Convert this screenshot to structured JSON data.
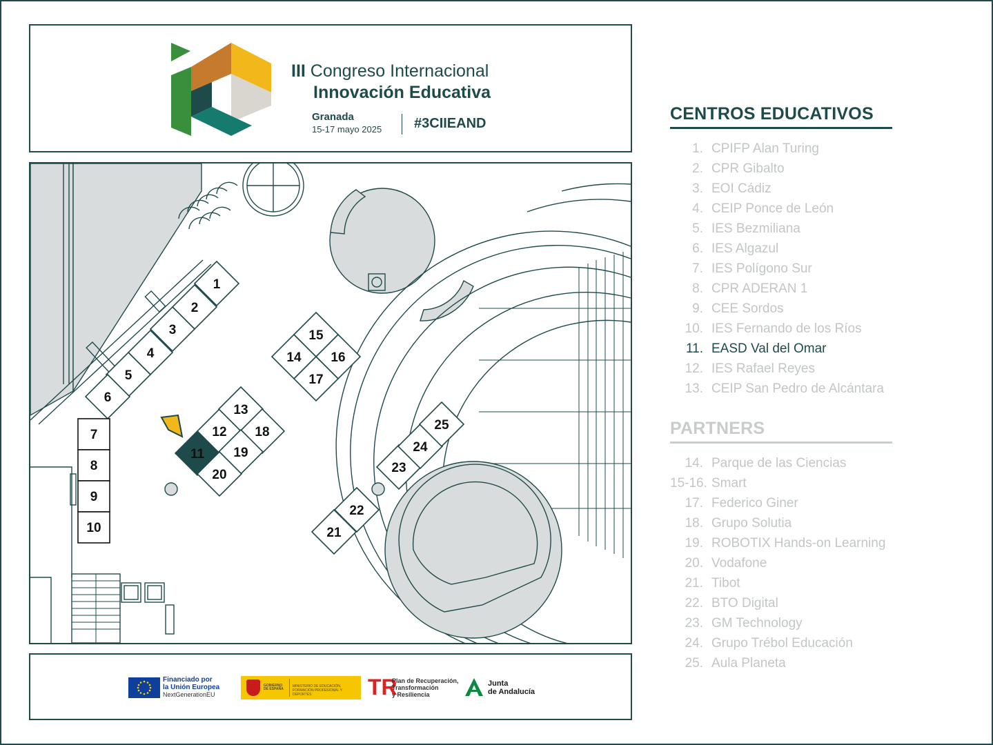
{
  "header": {
    "title_prefix": "III",
    "title_line1": "Congreso Internacional",
    "title_line2": "Innovación Educativa",
    "city": "Granada",
    "dates": "15-17 mayo 2025",
    "hashtag": "#3CIIEAND"
  },
  "colors": {
    "primary": "#1f4a4a",
    "highlight_stand": "#1f4a4a",
    "marker": "#f2b81b",
    "inactive_text": "#c2c6c6",
    "map_gray": "#d9dcdc"
  },
  "map": {
    "selected_stand": "11",
    "stand_labels": [
      "1",
      "2",
      "3",
      "4",
      "5",
      "6",
      "7",
      "8",
      "9",
      "10",
      "11",
      "12",
      "13",
      "14",
      "15",
      "16",
      "17",
      "18",
      "19",
      "20",
      "21",
      "22",
      "23",
      "24",
      "25"
    ]
  },
  "centros": {
    "title": "CENTROS EDUCATIVOS",
    "items": [
      {
        "num": "1.",
        "name": "CPIFP Alan Turing"
      },
      {
        "num": "2.",
        "name": "CPR Gibalto"
      },
      {
        "num": "3.",
        "name": "EOI Cádiz"
      },
      {
        "num": "4.",
        "name": "CEIP Ponce de León"
      },
      {
        "num": "5.",
        "name": "IES Bezmiliana"
      },
      {
        "num": "6.",
        "name": "IES Algazul"
      },
      {
        "num": "7.",
        "name": "IES Polígono Sur"
      },
      {
        "num": "8.",
        "name": "CPR ADERAN 1"
      },
      {
        "num": "9.",
        "name": "CEE Sordos"
      },
      {
        "num": "10.",
        "name": "IES Fernando de los Ríos"
      },
      {
        "num": "11.",
        "name": "EASD Val del Omar"
      },
      {
        "num": "12.",
        "name": "IES Rafael Reyes"
      },
      {
        "num": "13.",
        "name": "CEIP San Pedro de Alcántara"
      }
    ]
  },
  "partners": {
    "title": "PARTNERS",
    "items": [
      {
        "num": "14.",
        "name": "Parque de las Ciencias"
      },
      {
        "num": "15-16.",
        "name": "Smart"
      },
      {
        "num": "17.",
        "name": "Federico Giner"
      },
      {
        "num": "18.",
        "name": "Grupo Solutia"
      },
      {
        "num": "19.",
        "name": "ROBOTIX Hands-on Learning"
      },
      {
        "num": "20.",
        "name": "Vodafone"
      },
      {
        "num": "21.",
        "name": "Tibot"
      },
      {
        "num": "22.",
        "name": "BTO Digital"
      },
      {
        "num": "23.",
        "name": "GM Technology"
      },
      {
        "num": "24.",
        "name": "Grupo Trébol Educación"
      },
      {
        "num": "25.",
        "name": "Aula Planeta"
      }
    ]
  },
  "footer": {
    "eu_line1": "Financiado por",
    "eu_line2": "la Unión Europea",
    "eu_line3": "NextGenerationEU",
    "gob_left": "GOBIERNO DE ESPAÑA",
    "gob_right": "MINISTERIO DE EDUCACIÓN, FORMACIÓN PROFESIONAL Y DEPORTES",
    "prtr_line1": "Plan de Recuperación,",
    "prtr_line2": "Transformación",
    "prtr_line3": "y Resiliencia",
    "junta_line1": "Junta",
    "junta_line2": "de Andalucía"
  }
}
